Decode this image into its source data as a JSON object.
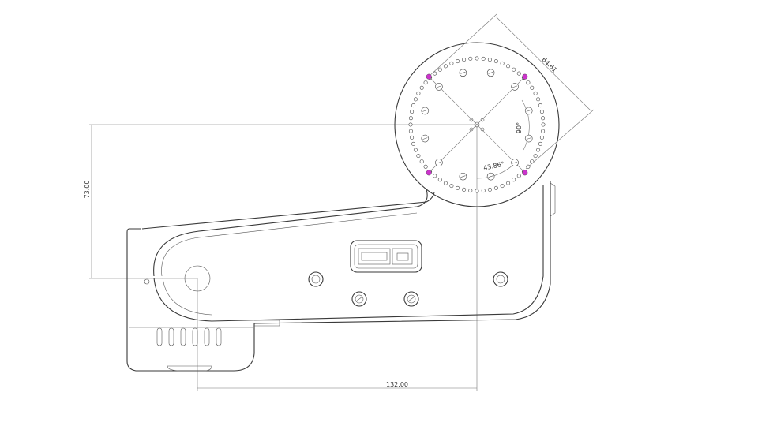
{
  "drawing": {
    "dimensions": {
      "vertical": "73.00",
      "horizontal": "132.00",
      "diagonal": "64.61",
      "angle_right": "90°",
      "angle_bottom": "43.86°"
    },
    "colors": {
      "line": "#3a3a3a",
      "dimension": "#777777",
      "highlight_hole": "#cc33cc",
      "background": "#ffffff"
    }
  }
}
